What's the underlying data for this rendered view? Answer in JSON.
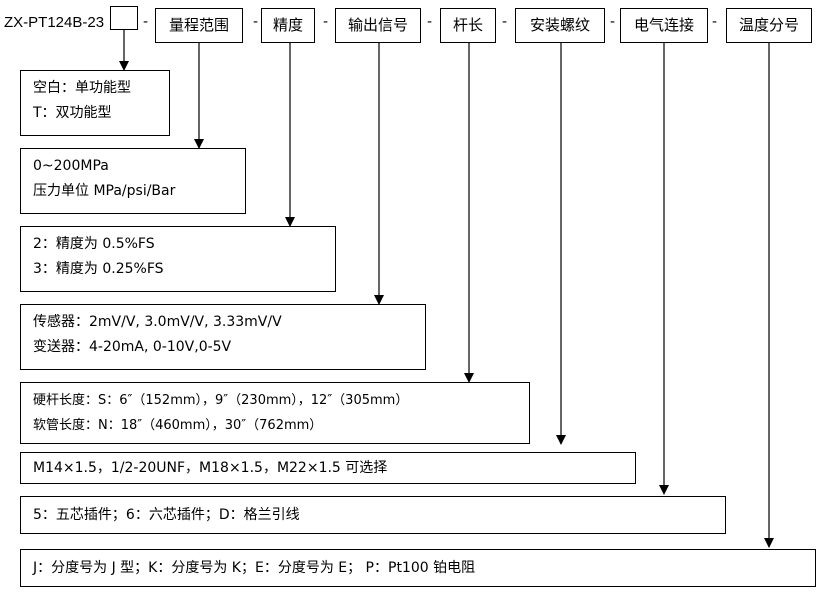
{
  "model": "ZX-PT124B-23",
  "dash": "-",
  "headers": [
    "量程范围",
    "精度",
    "输出信号",
    "杆长",
    "安装螺纹",
    "电气连接",
    "温度分号"
  ],
  "options": [
    [
      "空白：单功能型",
      "T：双功能型"
    ],
    [
      "0~200MPa",
      "压力单位 MPa/psi/Bar"
    ],
    [
      "2：精度为 0.5%FS",
      "3：精度为 0.25%FS"
    ],
    [
      "传感器：2mV/V, 3.0mV/V, 3.33mV/V",
      "变送器：4-20mA, 0-10V,0-5V"
    ],
    [
      "硬杆长度：S：6″（152mm），9″（230mm），12″（305mm）",
      "软管长度：N：18″（460mm），30″（762mm）"
    ],
    [
      "M14×1.5，1/2-20UNF，M18×1.5，M22×1.5 可选择"
    ],
    [
      "5：五芯插件；6：六芯插件；D：格兰引线"
    ],
    [
      "J：分度号为 J 型；K：分度号为 K；E：分度号为 E；   P：Pt100 铂电阻"
    ]
  ]
}
